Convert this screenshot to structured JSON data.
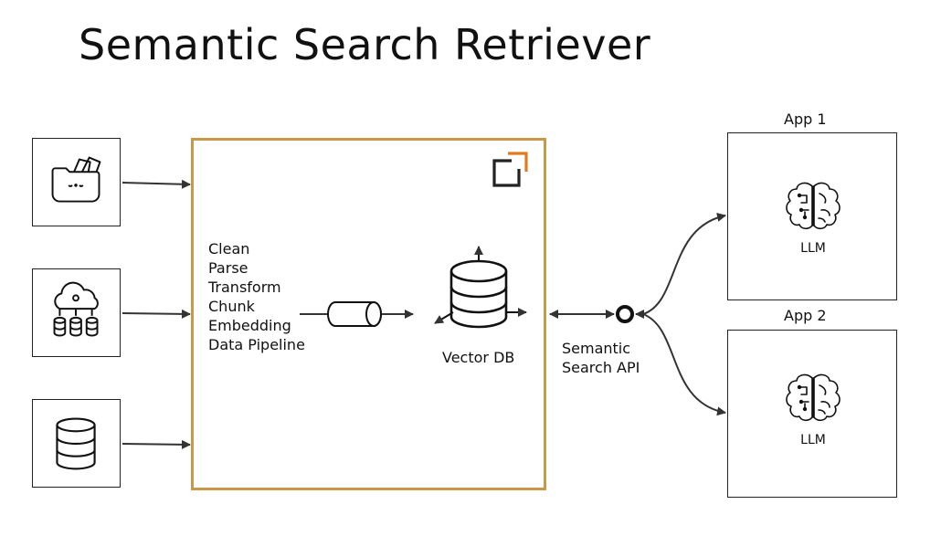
{
  "title": "Semantic Search Retriever",
  "sources": [
    {
      "icon": "folder-icon"
    },
    {
      "icon": "cloud-database-icon"
    },
    {
      "icon": "database-icon"
    }
  ],
  "pipeline": {
    "steps": [
      "Clean",
      "Parse",
      "Transform",
      "Chunk",
      "Embedding",
      "Data Pipeline"
    ],
    "border_color": "#c9994a",
    "logo_color": "#e07b1f"
  },
  "vector_db": {
    "label": "Vector DB",
    "icon": "database-arrows-icon"
  },
  "api": {
    "label_line1": "Semantic",
    "label_line2": "Search API"
  },
  "apps": [
    {
      "label": "App 1",
      "model": "LLM",
      "icon": "brain-icon"
    },
    {
      "label": "App 2",
      "model": "LLM",
      "icon": "brain-icon"
    }
  ]
}
